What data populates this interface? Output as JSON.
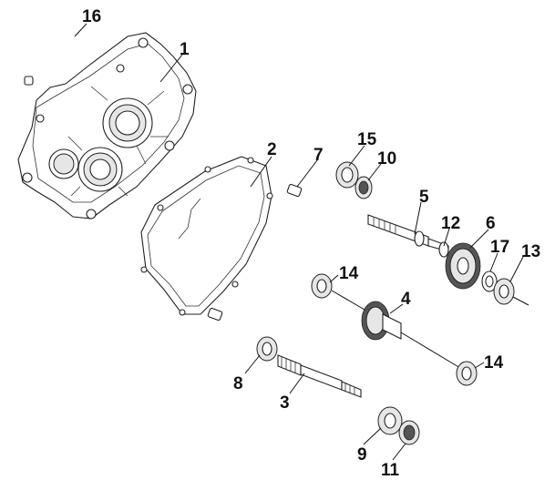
{
  "diagram": {
    "callouts": [
      {
        "id": "c16",
        "label": "16"
      },
      {
        "id": "c1",
        "label": "1"
      },
      {
        "id": "c2",
        "label": "2"
      },
      {
        "id": "c7",
        "label": "7"
      },
      {
        "id": "c15",
        "label": "15"
      },
      {
        "id": "c10",
        "label": "10"
      },
      {
        "id": "c5",
        "label": "5"
      },
      {
        "id": "c12",
        "label": "12"
      },
      {
        "id": "c6",
        "label": "6"
      },
      {
        "id": "c17",
        "label": "17"
      },
      {
        "id": "c13",
        "label": "13"
      },
      {
        "id": "c14a",
        "label": "14"
      },
      {
        "id": "c4",
        "label": "4"
      },
      {
        "id": "c14b",
        "label": "14"
      },
      {
        "id": "c8",
        "label": "8"
      },
      {
        "id": "c3",
        "label": "3"
      },
      {
        "id": "c9",
        "label": "9"
      },
      {
        "id": "c11",
        "label": "11"
      }
    ]
  }
}
